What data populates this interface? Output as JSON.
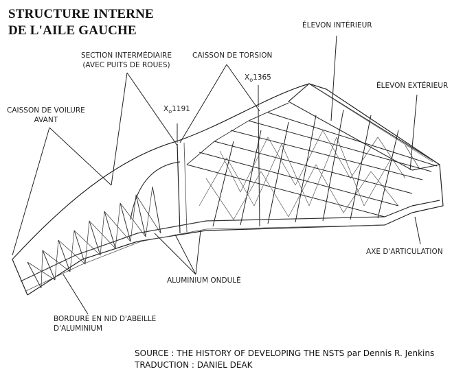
{
  "title": {
    "line1": "STRUCTURE INTERNE",
    "line2": "DE L'AILE GAUCHE"
  },
  "labels": {
    "elevon_interieur": "ÉLEVON INTÉRIEUR",
    "elevon_exterieur": "ÉLEVON EXTÉRIEUR",
    "section_intermediaire": "SECTION INTERMÉDIAIRE",
    "avec_puits": "(AVEC PUITS DE ROUES)",
    "caisson_torsion": "CAISSON DE TORSION",
    "caisson_voilure": "CAISSON DE VOILURE",
    "avant": "AVANT",
    "x1365_main": "X",
    "x1365_sub": "o",
    "x1365_num": "1365",
    "x1191_main": "X",
    "x1191_sub": "o",
    "x1191_num": "1191",
    "axe": "AXE D'ARTICULATION",
    "aluminium": "ALUMINIUM ONDULÉ",
    "bordure1": "BORDURE EN NID D'ABEILLE",
    "bordure2": "D'ALUMINIUM"
  },
  "source": {
    "line1": "SOURCE : THE HISTORY OF DEVELOPING THE NSTS par Dennis R. Jenkins",
    "line2": "TRADUCTION :  DANIEL DEAK"
  }
}
